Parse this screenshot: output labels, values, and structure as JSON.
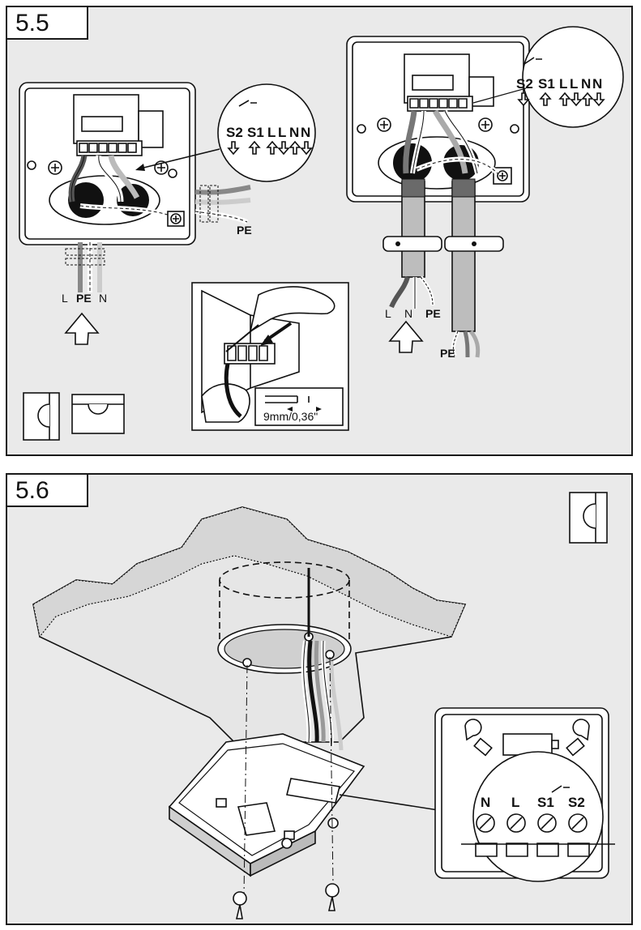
{
  "step_a": {
    "number": "5.5",
    "left_terminals": {
      "row": [
        "S2",
        "S1",
        "L",
        "L",
        "N",
        "N"
      ]
    },
    "right_terminals": {
      "row": [
        "S2",
        "S1",
        "L",
        "L",
        "N",
        "N"
      ]
    },
    "left_wires": [
      "L",
      "PE",
      "N"
    ],
    "left_pe": "PE",
    "right_wires": [
      "L",
      "N",
      "PE"
    ],
    "right_pe": "PE",
    "strip_length": "9mm/0,36\""
  },
  "step_b": {
    "number": "5.6",
    "terminals": [
      "N",
      "L",
      "S1",
      "S2"
    ]
  }
}
